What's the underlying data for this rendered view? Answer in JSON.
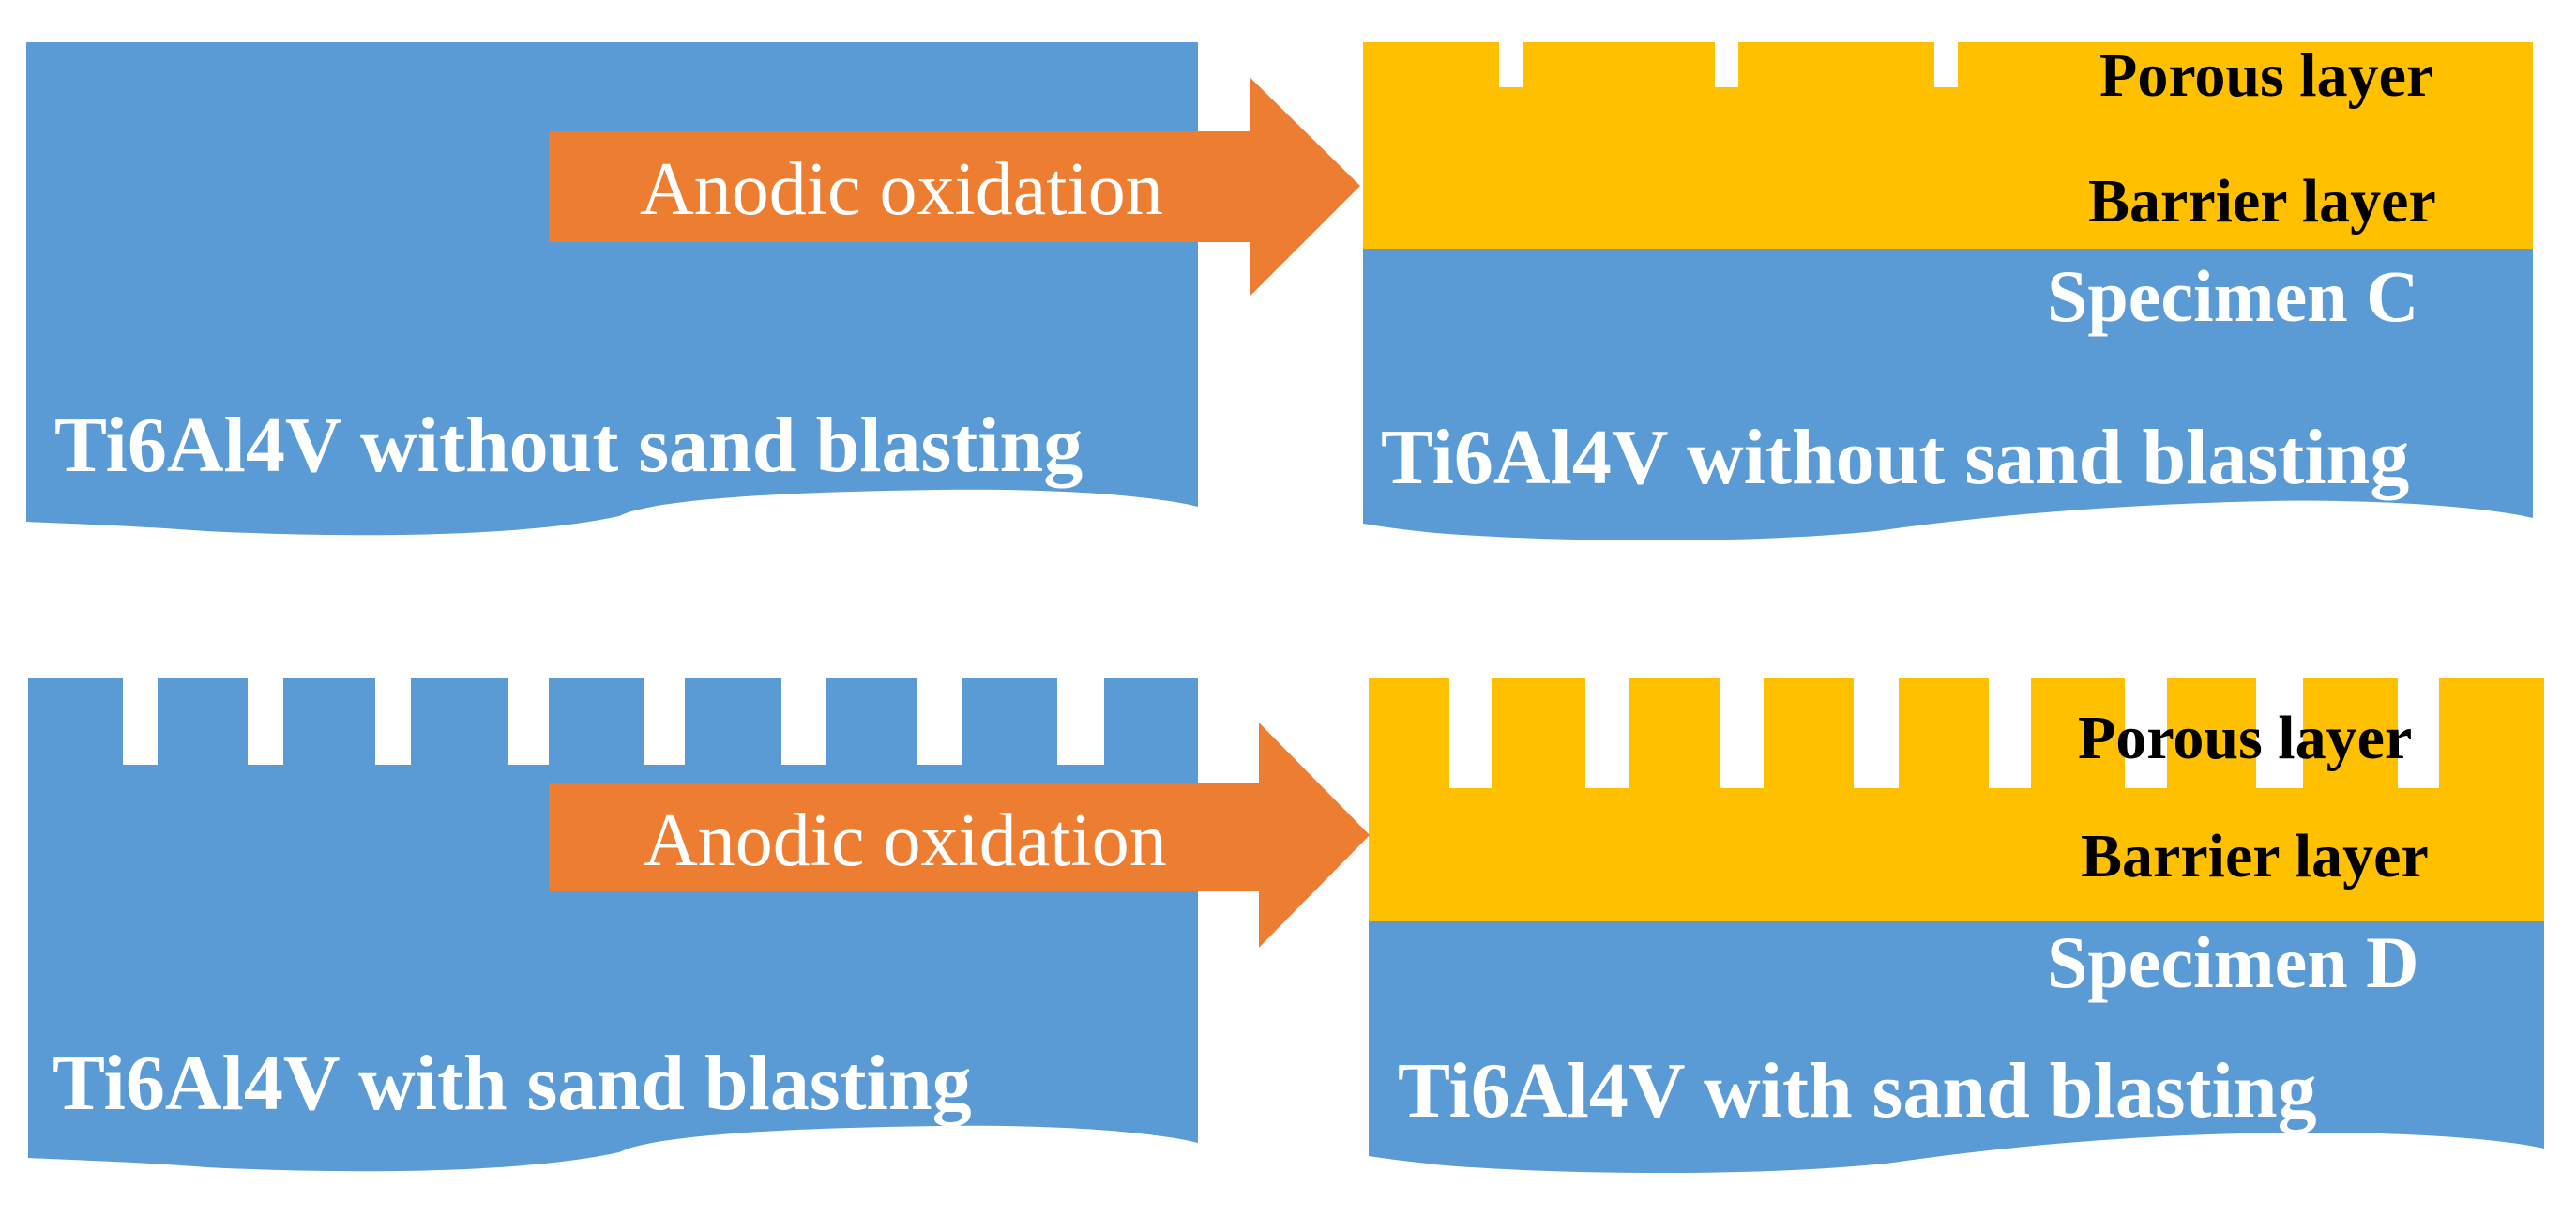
{
  "colors": {
    "substrate": "#5b9bd5",
    "oxide": "#ffc000",
    "arrow": "#ed7d31",
    "background": "#ffffff",
    "label_light": "#ffffff",
    "label_dark": "#000000"
  },
  "rows": [
    {
      "before": {
        "label": "Ti6Al4V without sand blasting"
      },
      "arrow": {
        "label": "Anodic oxidation"
      },
      "after": {
        "porous_label": "Porous layer",
        "barrier_label": "Barrier layer",
        "specimen_label": "Specimen C",
        "substrate_label": "Ti6Al4V without sand blasting"
      }
    },
    {
      "before": {
        "label": "Ti6Al4V with sand blasting"
      },
      "arrow": {
        "label": "Anodic oxidation"
      },
      "after": {
        "porous_label": "Porous layer",
        "barrier_label": "Barrier layer",
        "specimen_label": "Specimen D",
        "substrate_label": "Ti6Al4V with sand blasting"
      }
    }
  ]
}
